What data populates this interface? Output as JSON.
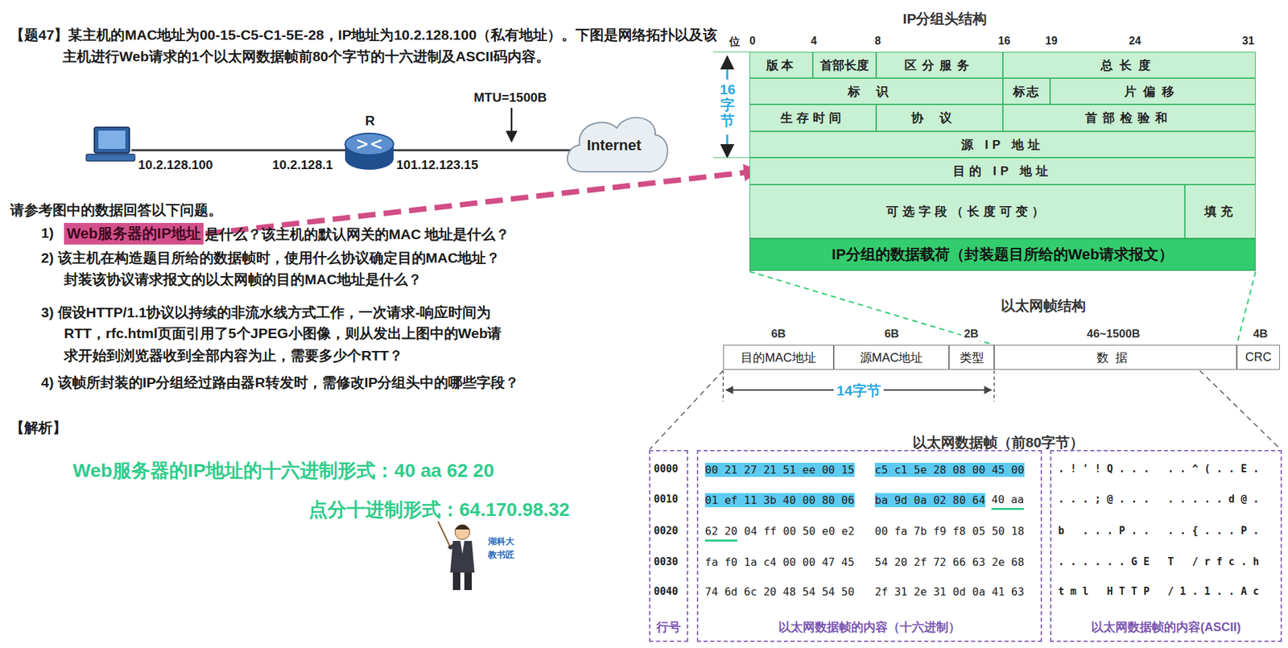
{
  "diagram": {
    "nodes": [
      {
        "text": [
          "Web服务器的IP地址"
        ]
      },
      {
        "text": [
          "Internet"
        ]
      },
      {
        "text": [
          "R"
        ]
      },
      {
        "text": [
          "版本"
        ]
      },
      {
        "text": [
          "首部长度"
        ]
      },
      {
        "text": [
          "区分服务"
        ]
      },
      {
        "text": [
          "总长度"
        ]
      },
      {
        "text": [
          "标识"
        ]
      },
      {
        "text": [
          "标志"
        ]
      },
      {
        "text": [
          "片偏移"
        ]
      },
      {
        "text": [
          "生存时间"
        ]
      },
      {
        "text": [
          "协议"
        ]
      },
      {
        "text": [
          "首部检验和"
        ]
      },
      {
        "text": [
          "源 IP 地址"
        ]
      },
      {
        "text": [
          "目的 IP 地址"
        ]
      },
      {
        "text": [
          "可选字段（长度可变）"
        ]
      },
      {
        "text": [
          "填充"
        ]
      },
      {
        "text": [
          "IP分组的数据载荷（封装题目所给的Web请求报文）"
        ]
      },
      {
        "text": [
          "目的MAC地址"
        ]
      },
      {
        "text": [
          "源MAC地址"
        ]
      },
      {
        "text": [
          "类型"
        ]
      },
      {
        "text": [
          "数据"
        ]
      },
      {
        "text": [
          "CRC"
        ]
      },
      {
        "text": [
          "行号"
        ]
      },
      {
        "text": [
          "以太网数据帧的内容（十六进制）"
        ]
      },
      {
        "text": [
          "以太网数据帧的内容(ASCII)"
        ]
      }
    ],
    "edges": [
      {
        "from": 0,
        "to": 14,
        "arrow": "to"
      }
    ],
    "labels": [
      "【题47】某主机的MAC地址为00-15-C5-C1-5E-28，IP地址为10.2.128.100（私有地址）。下图是网络拓扑以及该主机进行Web请求的1个以太网数据帧前80个字节的十六进制及ASCII码内容。",
      "10.2.128.100",
      "10.2.128.1",
      "101.12.123.15",
      "MTU=1500B",
      "请参考图中的数据回答以下问题。",
      "1)",
      "是什么？该主机的默认网关的MAC 地址是什么？",
      "2) 该主机在构造题目所给的数据帧时，使用什么协议确定目的MAC地址？",
      "封装该协议请求报文的以太网帧的目的MAC地址是什么？",
      "3) 假设HTTP/1.1协议以持续的非流水线方式工作，一次请求-响应时间为",
      "RTT，rfc.html页面引用了5个JPEG小图像，则从发出上图中的Web请",
      "求开始到浏览器收到全部内容为止，需要多少个RTT？",
      "4) 该帧所封装的IP分组经过路由器R转发时，需修改IP分组头中的哪些字段？",
      "【解析】",
      "Web服务器的IP地址的十六进制形式：40 aa 62 20",
      "点分十进制形式：64.170.98.32",
      "湖科大",
      "教书匠",
      "IP分组头结构",
      "位",
      "0",
      "4",
      "8",
      "16",
      "19",
      "24",
      "31",
      "16字节",
      "以太网帧结构",
      "6B",
      "6B",
      "2B",
      "46~1500B",
      "4B",
      "14字节",
      "以太网数据帧（前80字节）",
      "0000",
      "0010",
      "0020",
      "0030",
      "0040",
      "00 21 27 21 51 ee 00 15",
      "c5 c1 5e 28 08 00 45 00",
      "01 ef 11 3b 40 00 80 06",
      "ba 9d 0a 02 80 64",
      "40 aa",
      "62 20",
      "04 ff 00 50 e0 e2",
      "00 fa 7b f9 f8 05 50 18",
      "fa f0 1a c4 00 00 47 45",
      "54 20 2f 72 66 63 2e 68",
      "74 6d 6c 20 48 54 54 50",
      "2f 31 2e 31 0d 0a 41 63",
      ". ! ' ! Q . . .   . . ^ ( . . E .",
      ". . . ; @ . . .   . . . . . d @ .",
      "b   . . . P . .   . . { . . . P .",
      ". . . . . . G E   T   / r f c . h",
      "t m l   H T T P   / 1 . 1 . . A c"
    ]
  }
}
